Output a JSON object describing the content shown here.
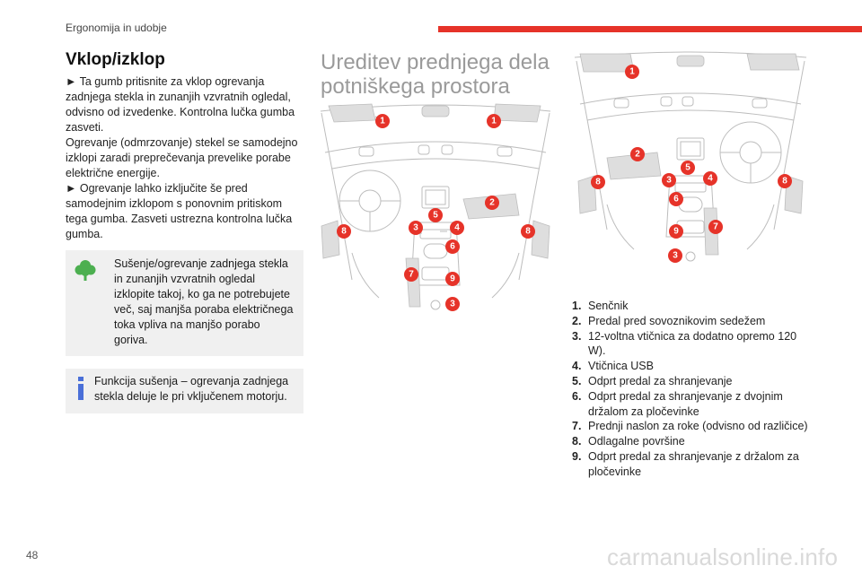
{
  "header": {
    "title": "Ergonomija in udobje",
    "page_number": "48",
    "accent_color": "#e63329"
  },
  "left_column": {
    "heading": "Vklop/izklop",
    "paragraph_1": "► Ta gumb pritisnite za vklop ogrevanja zadnjega stekla in zunanjih vzvratnih ogledal, odvisno od izvedenke. Kontrolna lučka gumba zasveti.",
    "paragraph_2": "Ogrevanje (odmrzovanje) stekel se samodejno izklopi zaradi preprečevanja prevelike porabe električne energije.",
    "paragraph_3": "► Ogrevanje lahko izključite še pred samodejnim izklopom s ponovnim pritiskom tega gumba. Zasveti ustrezna kontrolna lučka gumba.",
    "env_note": "Sušenje/ogrevanje zadnjega stekla in zunanjih vzvratnih ogledal izklopite takoj, ko ga ne potrebujete več, saj manjša poraba električnega toka vpliva na manjšo porabo goriva.",
    "env_icon": "tree-icon",
    "env_icon_color": "#4caf50",
    "info_note": "Funkcija sušenja – ogrevanja zadnjega stekla deluje le pri vključenem motorju.",
    "info_icon": "info-icon",
    "info_icon_color": "#4a6fd8"
  },
  "section": {
    "heading": "Ureditev prednjega dela potniškega prostora"
  },
  "figures": {
    "left": {
      "badges": [
        "1",
        "1",
        "2",
        "3",
        "4",
        "5",
        "6",
        "7",
        "8",
        "8",
        "9",
        "3"
      ]
    },
    "right": {
      "badges": [
        "1",
        "2",
        "3",
        "4",
        "5",
        "6",
        "7",
        "8",
        "8",
        "9",
        "3"
      ]
    }
  },
  "legend": [
    {
      "num": "1.",
      "text": "Senčnik"
    },
    {
      "num": "2.",
      "text": "Predal pred sovoznikovim sedežem"
    },
    {
      "num": "3.",
      "text": "12-voltna vtičnica za dodatno opremo 120 W)."
    },
    {
      "num": "4.",
      "text": "Vtičnica USB"
    },
    {
      "num": "5.",
      "text": "Odprt predal za shranjevanje"
    },
    {
      "num": "6.",
      "text": "Odprt predal za shranjevanje z dvojnim držalom za pločevinke"
    },
    {
      "num": "7.",
      "text": "Prednji naslon za roke (odvisno od različice)"
    },
    {
      "num": "8.",
      "text": "Odlagalne površine"
    },
    {
      "num": "9.",
      "text": "Odprt predal za shranjevanje z držalom za pločevinke"
    }
  ],
  "watermark": "carmanualsonline.info"
}
